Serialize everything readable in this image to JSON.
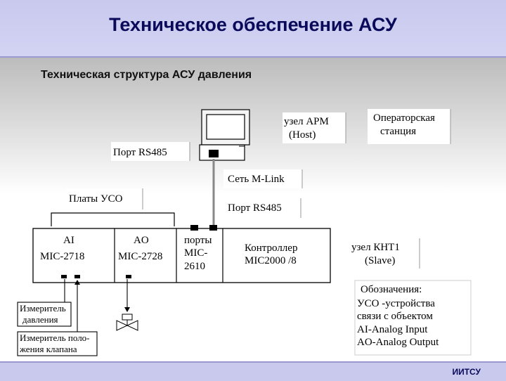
{
  "header": {
    "title": "Техническое обеспечение АСУ"
  },
  "subtitle": "Техническая структура АСУ давления",
  "footer": {
    "label": "ИИТСУ"
  },
  "diagram": {
    "arm_node": {
      "line1": "узел АРМ",
      "line2": "(Host)"
    },
    "operator_station": {
      "line1": "Операторская",
      "line2": "станция"
    },
    "port_rs485_top": "Порт RS485",
    "mlink_network": "Сеть M-Link",
    "port_rs485_right": "Порт RS485",
    "uso_boards": "Платы УСО",
    "ai_module": {
      "line1": "AI",
      "line2": "MIC-2718"
    },
    "ao_module": {
      "line1": "AO",
      "line2": "MIC-2728"
    },
    "ports_module": {
      "line1": "порты",
      "line2": "MIC-",
      "line3": "2610"
    },
    "controller": {
      "line1": "Контроллер",
      "line2": "MIC2000 /8"
    },
    "knt_node": {
      "line1": "узел КНТ1",
      "line2": "(Slave)"
    },
    "legend": {
      "title": "Обозначения:",
      "lines": [
        "УСО -устройства",
        "связи с объектом",
        "AI-Analog Input",
        "AO-Analog Output"
      ]
    },
    "pressure_meter": {
      "line1": "Измеритель",
      "line2": "давления"
    },
    "position_meter": {
      "line1": "Измеритель поло-",
      "line2": "жения клапана"
    }
  }
}
